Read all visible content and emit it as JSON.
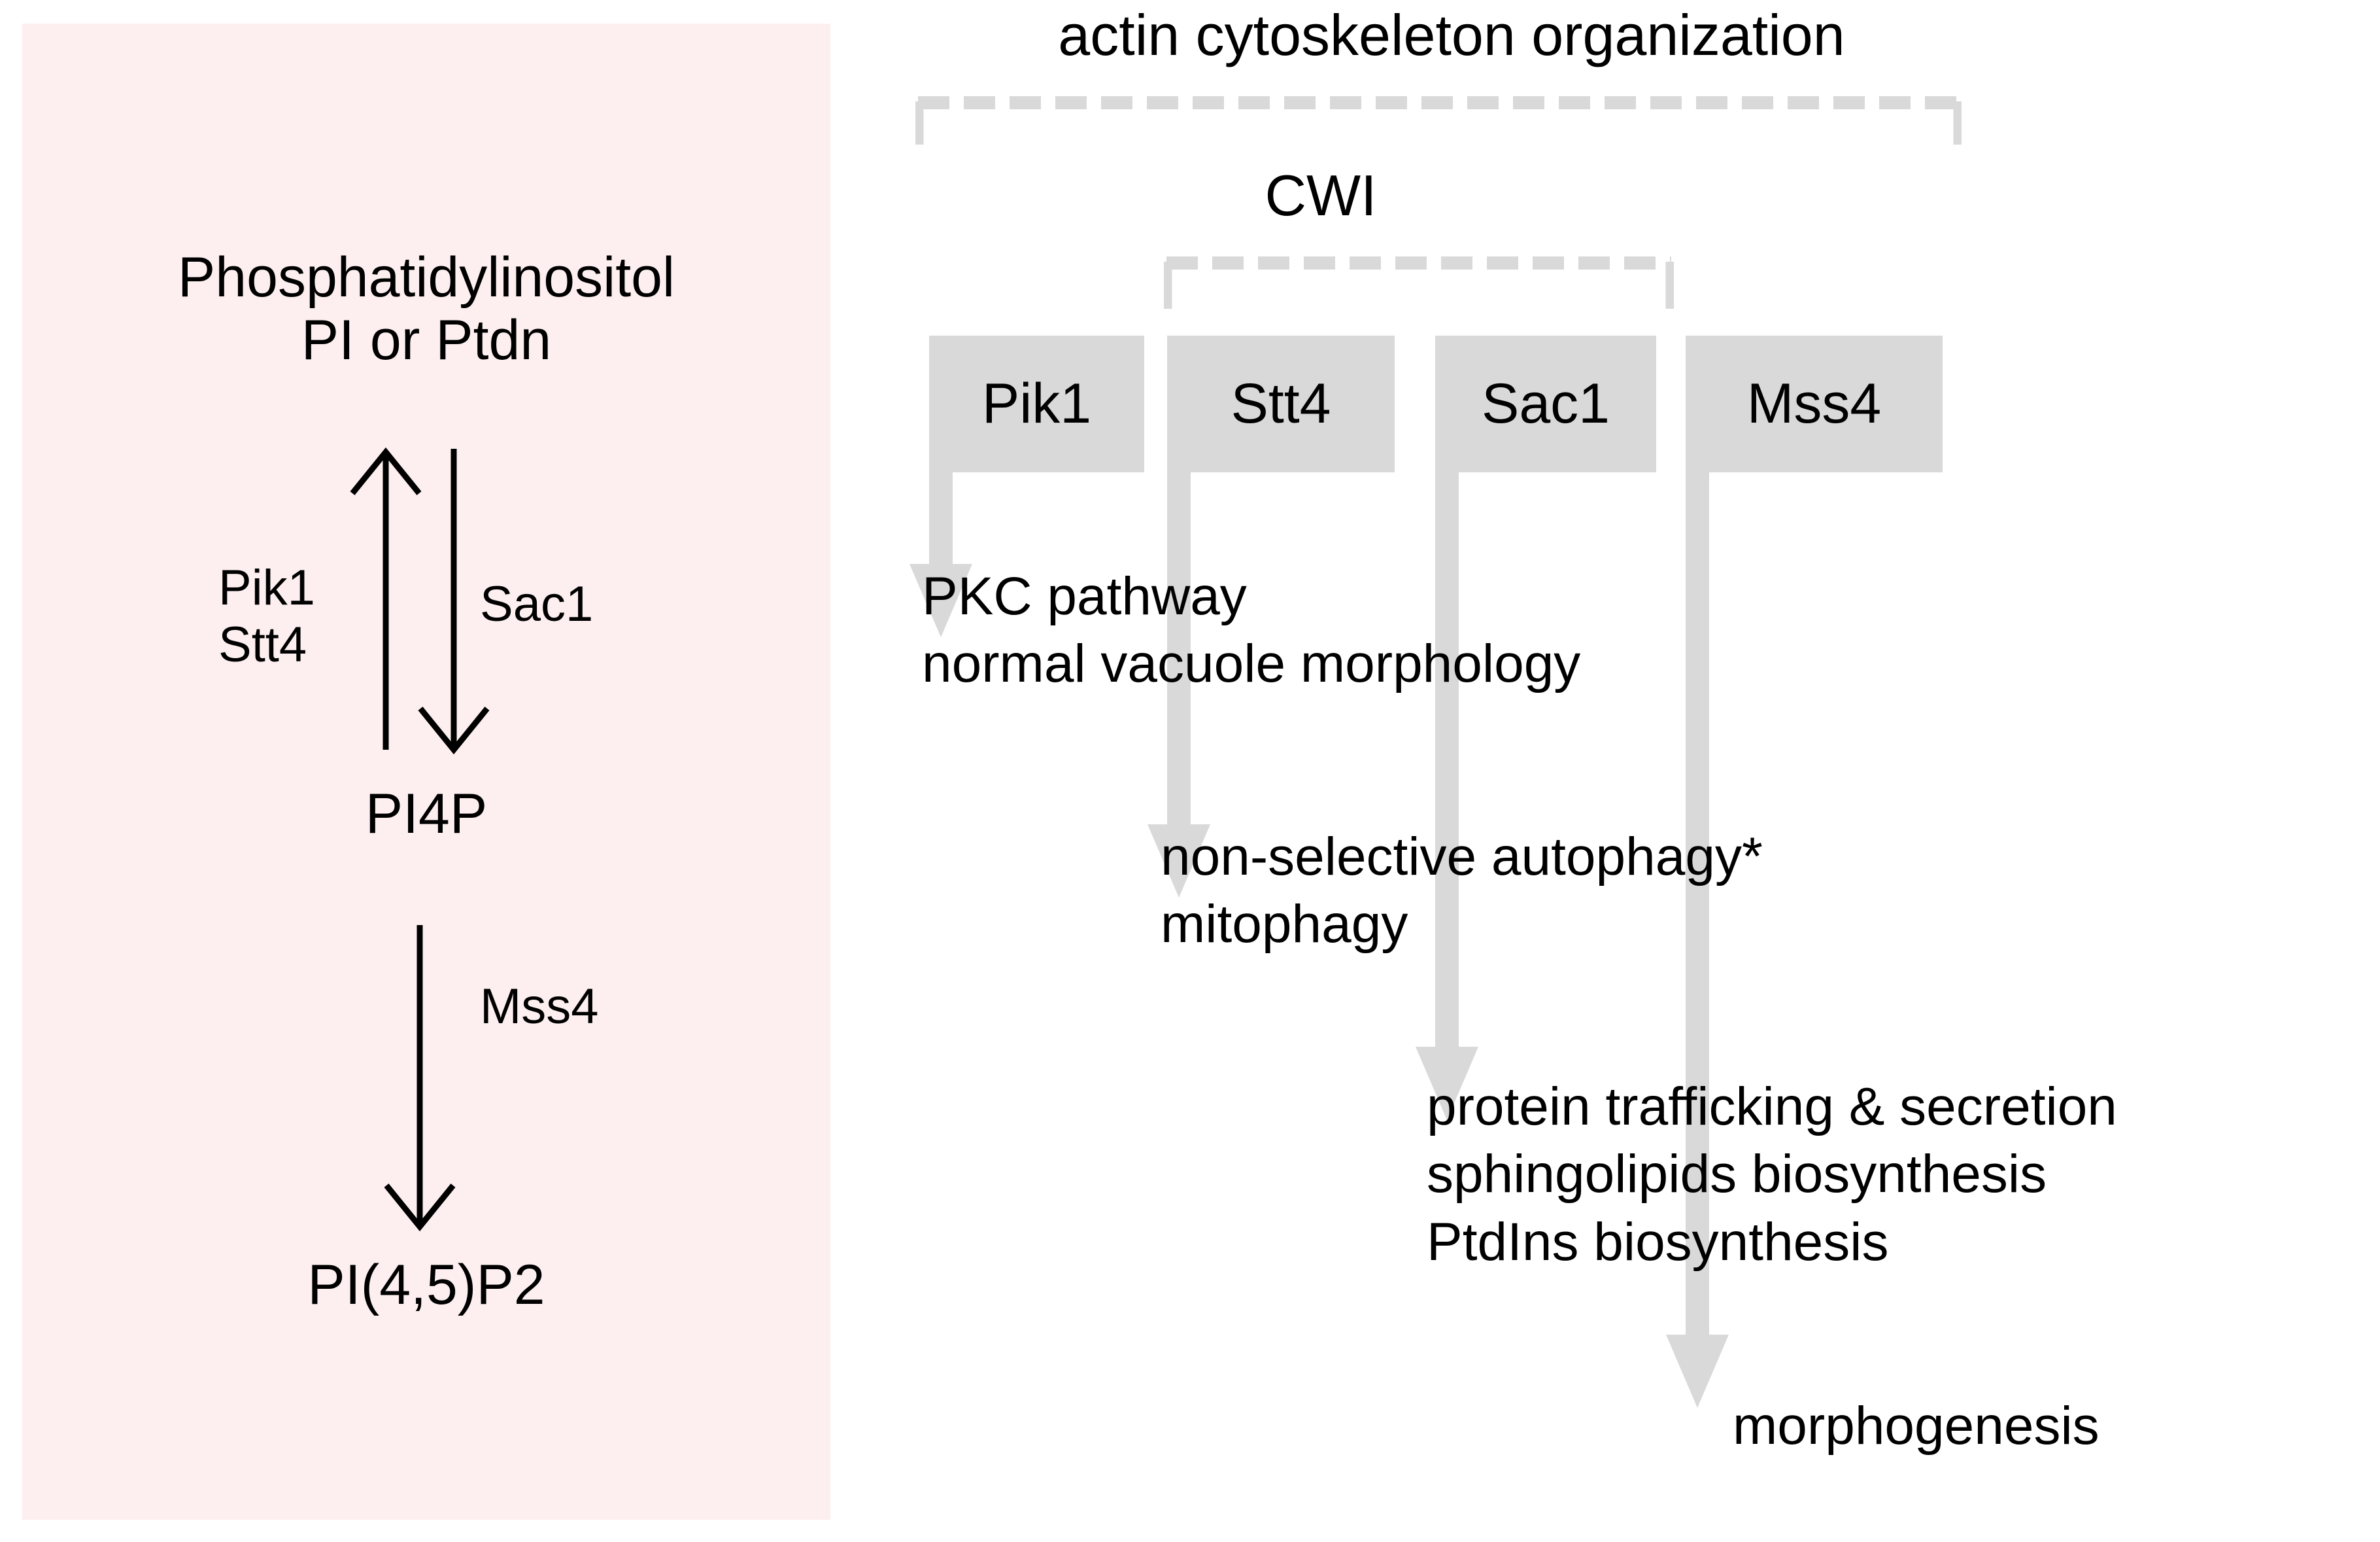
{
  "figure": {
    "title_group_actin": "actin cytoskeleton organization",
    "title_group_cwi": "CWI",
    "colors": {
      "panel_pink": "#FDEFEF",
      "box_gray": "#D9D9D9",
      "arrow_gray": "#D9D9D9",
      "text": "#000000",
      "background": "#FFFFFF"
    }
  },
  "pathway_panel": {
    "substrate_top_line1": "Phosphatidylinositol",
    "substrate_top_line2": "PI or Ptdn",
    "substrate_mid": "PI4P",
    "substrate_bottom": "PI(4,5)P2",
    "enzyme_forward_line1": "Pik1",
    "enzyme_forward_line2": "Stt4",
    "enzyme_reverse": "Sac1",
    "enzyme_down": "Mss4",
    "arrows": [
      {
        "name": "pi-to-pi4p-up",
        "direction": "up",
        "label": "Pik1 Stt4"
      },
      {
        "name": "pi-to-pi4p-down",
        "direction": "down",
        "label": "Sac1"
      },
      {
        "name": "pi4p-to-pip2",
        "direction": "down",
        "label": "Mss4"
      }
    ]
  },
  "genes": [
    {
      "name": "Pik1",
      "label": "Pik1"
    },
    {
      "name": "Stt4",
      "label": "Stt4"
    },
    {
      "name": "Sac1",
      "label": "Sac1"
    },
    {
      "name": "Mss4",
      "label": "Mss4"
    }
  ],
  "outcomes": [
    {
      "gene": "Pik1",
      "lines": [
        "PKC pathway",
        "normal vacuole morphology"
      ],
      "text": "PKC pathway\nnormal vacuole morphology"
    },
    {
      "gene": "Stt4",
      "lines": [
        "non-selective autophagy*",
        "mitophagy"
      ],
      "text": "non-selective autophagy*\nmitophagy"
    },
    {
      "gene": "Sac1",
      "lines": [
        "protein trafficking & secretion",
        "sphingolipids biosynthesis",
        "PtdIns biosynthesis"
      ],
      "text": "protein trafficking & secretion\nsphingolipids biosynthesis\nPtdIns biosynthesis"
    },
    {
      "gene": "Mss4",
      "lines": [
        "morphogenesis"
      ],
      "text": "morphogenesis"
    }
  ],
  "brackets": [
    {
      "name": "actin-bracket",
      "label": "actin cytoskeleton organization",
      "spans": [
        "Pik1",
        "Stt4",
        "Sac1",
        "Mss4"
      ]
    },
    {
      "name": "cwi-bracket",
      "label": "CWI",
      "spans": [
        "Stt4",
        "Sac1"
      ]
    }
  ]
}
